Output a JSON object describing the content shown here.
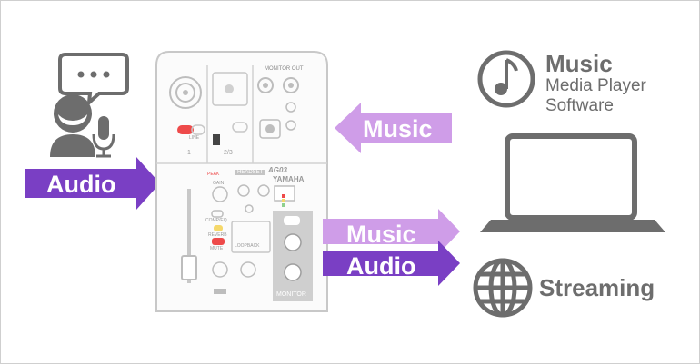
{
  "labels": {
    "audio_in": "Audio",
    "music_in": "Music",
    "music_out": "Music",
    "audio_out": "Audio",
    "player_title": "Music",
    "player_line1": "Media Player",
    "player_line2": "Software",
    "streaming": "Streaming"
  },
  "device_text": {
    "brand": "YAMAHA",
    "model": "AG03",
    "monitor_out": "MONITOR OUT",
    "headset": "HEADSET",
    "monitor": "MONITOR",
    "ch_1": "1",
    "ch_23": "2/3",
    "comp_eq": "COMP/EQ",
    "reverb": "REVERB",
    "mute": "MUTE",
    "loopback": "LOOPBACK",
    "peak": "PEAK",
    "gain": "GAIN",
    "line": "LINE"
  },
  "icons": [
    "speaking-person-icon",
    "speech-bubble-icon",
    "microphone-icon",
    "mixer-device-icon",
    "music-note-icon",
    "laptop-icon",
    "globe-icon"
  ],
  "colors": {
    "audio_arrow": "#7a3fc4",
    "music_arrow": "#cf9de8",
    "icon_gray": "#6d6d6d",
    "device_outline": "#c8c8c8",
    "knob_red": "#ee4a4a"
  }
}
